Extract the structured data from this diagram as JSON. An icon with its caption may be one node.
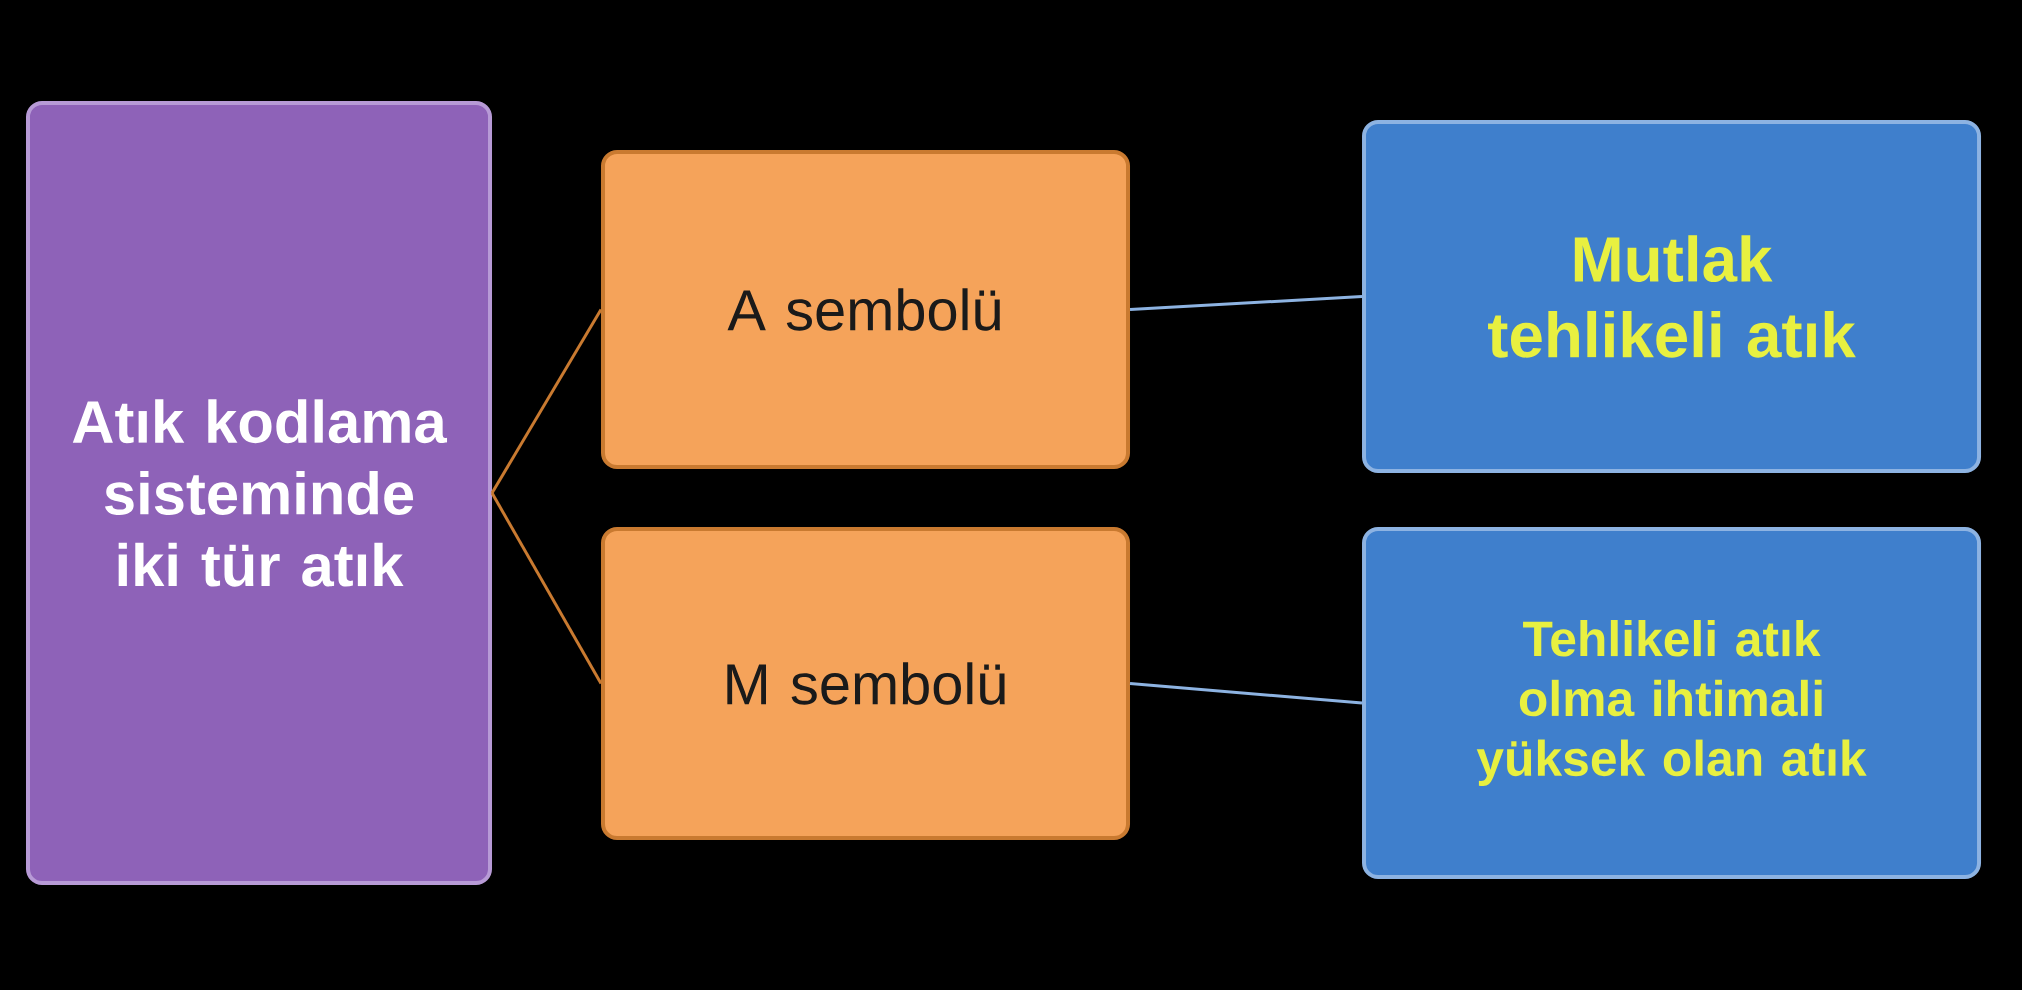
{
  "diagram": {
    "nodes": [
      {
        "text": [
          "Atık kodlama sisteminde iki tür atık"
        ]
      },
      {
        "text": [
          "A sembolü"
        ]
      },
      {
        "text": [
          "M sembolü"
        ]
      },
      {
        "text": [
          "Mutlak tehlikeli atık"
        ]
      },
      {
        "text": [
          "Tehlikeli atık olma ihtimali yüksek olan atık"
        ]
      }
    ],
    "edges": [
      {
        "from": 0,
        "to": 1,
        "arrow": "none"
      },
      {
        "from": 0,
        "to": 2,
        "arrow": "none"
      },
      {
        "from": 1,
        "to": 3,
        "arrow": "none",
        "color": "#8db3e2"
      },
      {
        "from": 2,
        "to": 4,
        "arrow": "none",
        "color": "#8db3e2"
      }
    ]
  }
}
